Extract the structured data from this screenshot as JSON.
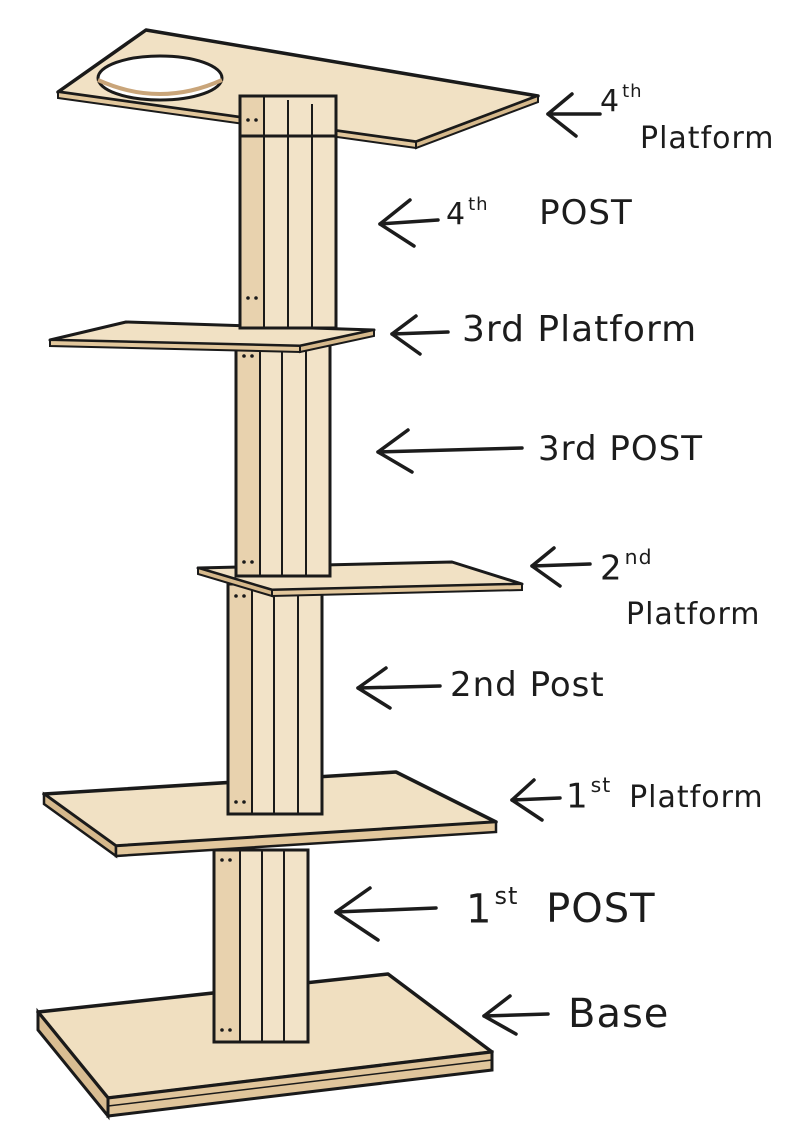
{
  "colors": {
    "wood_light": "#f1e1c4",
    "wood_mid": "#e3c9a0",
    "wood_shade": "#c9a57a",
    "outline": "#1a1a1a",
    "ink": "#1c1c1c"
  },
  "labels": {
    "platform4": {
      "num": "4",
      "sup": "th",
      "word": "Platform"
    },
    "post4": {
      "num": "4",
      "sup": "th",
      "word": "POST"
    },
    "platform3": {
      "text": "3rd Platform"
    },
    "post3": {
      "text": "3rd POST"
    },
    "platform2": {
      "num": "2",
      "sup": "nd",
      "word": "Platform"
    },
    "post2": {
      "text": "2nd Post"
    },
    "platform1": {
      "num": "1",
      "sup": "st",
      "word": "Platform"
    },
    "post1": {
      "num": "1",
      "sup": "st",
      "word": "POST"
    },
    "base": {
      "text": "Base"
    }
  }
}
